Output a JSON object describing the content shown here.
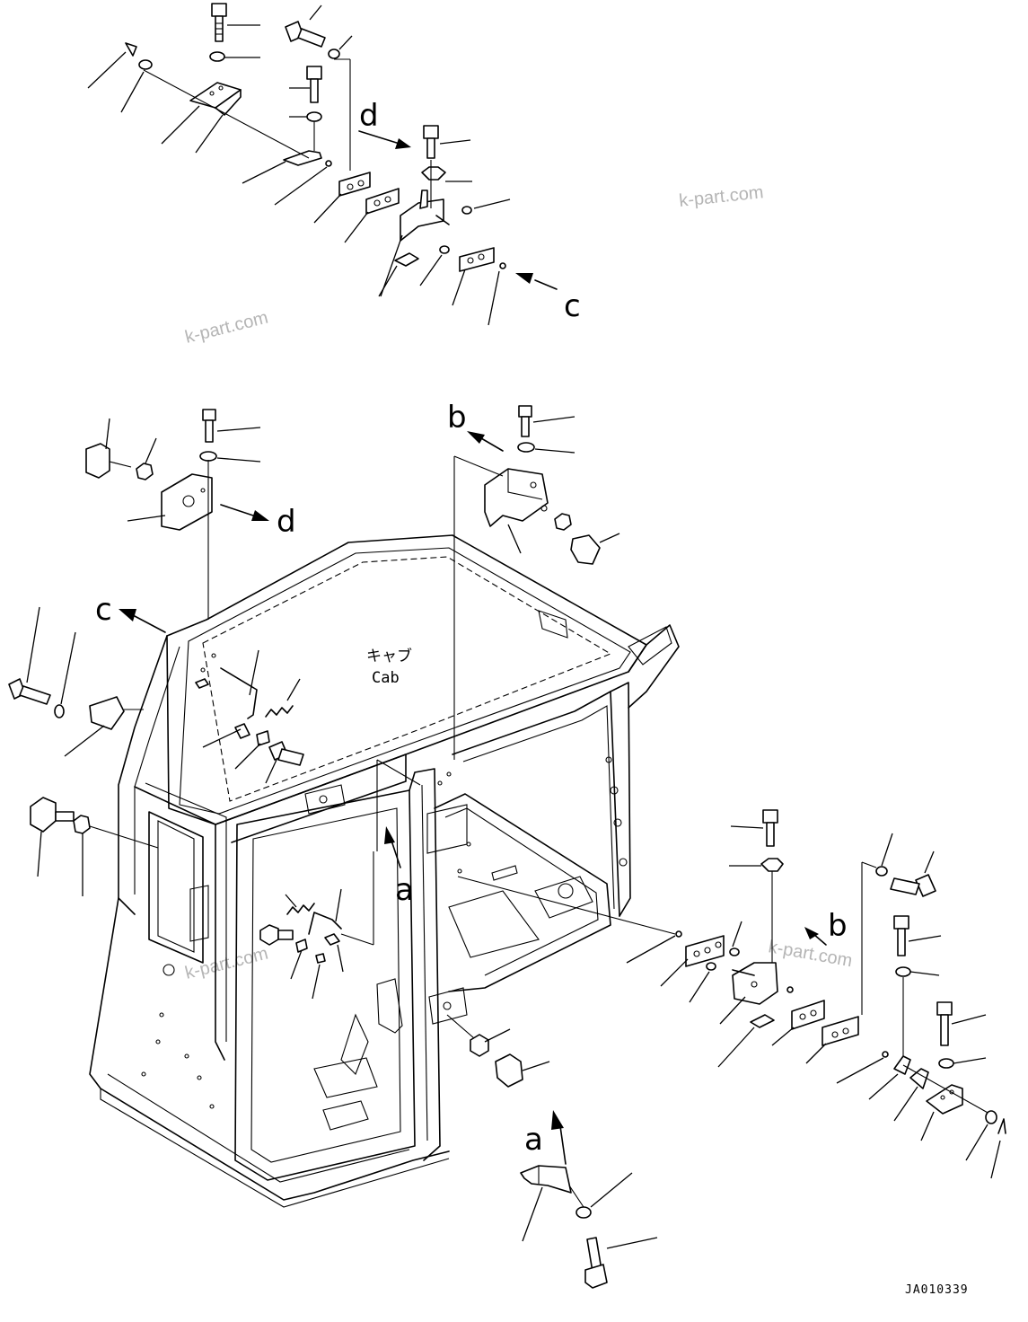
{
  "diagram": {
    "cab_label_jp": "キャブ",
    "cab_label_en": "Cab",
    "drawing_code": "JA010339",
    "watermarks": [
      "k-part.com",
      "k-part.com",
      "k-part.com",
      "k-part.com"
    ],
    "view_refs": {
      "d_top": "d",
      "c_top": "c",
      "b_mid": "b",
      "d_left": "d",
      "c_left": "c",
      "a_cab": "a",
      "b_right": "b",
      "a_bottom": "a"
    }
  }
}
